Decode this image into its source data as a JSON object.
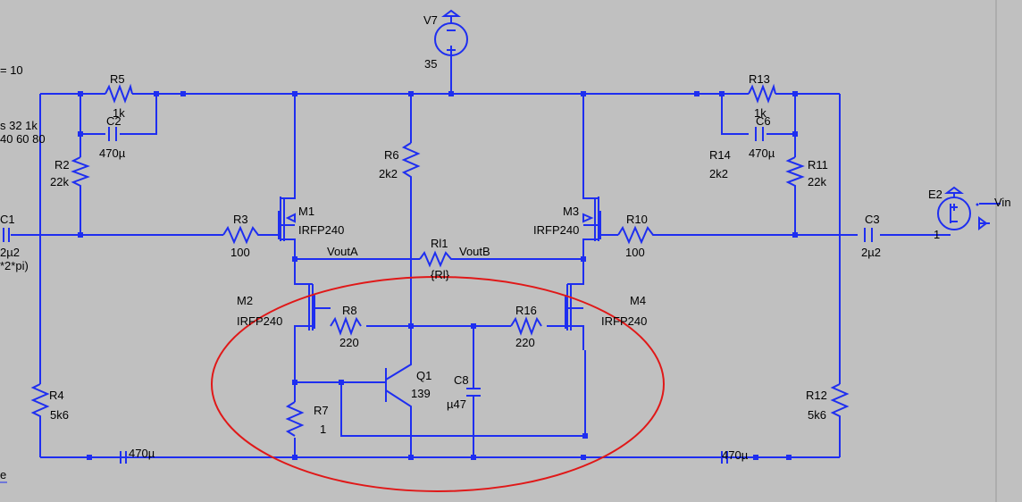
{
  "schematic": {
    "components": [
      {
        "id": "V7",
        "label": "V7",
        "value": "35"
      },
      {
        "id": "R5",
        "label": "R5",
        "value": "1k"
      },
      {
        "id": "C2",
        "label": "C2",
        "value": "470µ"
      },
      {
        "id": "R2",
        "label": "R2",
        "value": "22k"
      },
      {
        "id": "C1",
        "label": "C1",
        "value": "2µ2"
      },
      {
        "id": "R3",
        "label": "R3",
        "value": "100"
      },
      {
        "id": "M1",
        "label": "M1",
        "value": "IRFP240"
      },
      {
        "id": "R6",
        "label": "R6",
        "value": "2k2"
      },
      {
        "id": "RL1",
        "label": "Rl1",
        "value": "{Rl}"
      },
      {
        "id": "M3",
        "label": "M3",
        "value": "IRFP240"
      },
      {
        "id": "R10",
        "label": "R10",
        "value": "100"
      },
      {
        "id": "R13",
        "label": "R13",
        "value": "1k"
      },
      {
        "id": "C6",
        "label": "C6",
        "value": "470µ"
      },
      {
        "id": "R14",
        "label": "R14",
        "value": "2k2"
      },
      {
        "id": "R11",
        "label": "R11",
        "value": "22k"
      },
      {
        "id": "C3",
        "label": "C3",
        "value": "2µ2"
      },
      {
        "id": "E2",
        "label": "E2",
        "value": "1"
      },
      {
        "id": "M2",
        "label": "M2",
        "value": "IRFP240"
      },
      {
        "id": "R8",
        "label": "R8",
        "value": "220"
      },
      {
        "id": "R16",
        "label": "R16",
        "value": "220"
      },
      {
        "id": "M4",
        "label": "M4",
        "value": "IRFP240"
      },
      {
        "id": "Q1",
        "label": "Q1",
        "value": "139"
      },
      {
        "id": "C8",
        "label": "C8",
        "value": "µ47"
      },
      {
        "id": "R7",
        "label": "R7",
        "value": "1"
      },
      {
        "id": "R4",
        "label": "R4",
        "value": "5k6"
      },
      {
        "id": "R12",
        "label": "R12",
        "value": "5k6"
      }
    ],
    "nets": {
      "vout_a": "VoutA",
      "vout_b": "VoutB",
      "vin": "Vin"
    },
    "edge_fragments": {
      "top_left": "= 10",
      "left_1": "s 32 1k",
      "left_2": "40 60 80",
      "left_3": "*2*pi)",
      "bottom_left": "e",
      "bottom_cap_left": "470µ",
      "bottom_cap_right": "470µ"
    },
    "highlight_color": "#e01818",
    "wire_color": "#1e2ef0"
  }
}
